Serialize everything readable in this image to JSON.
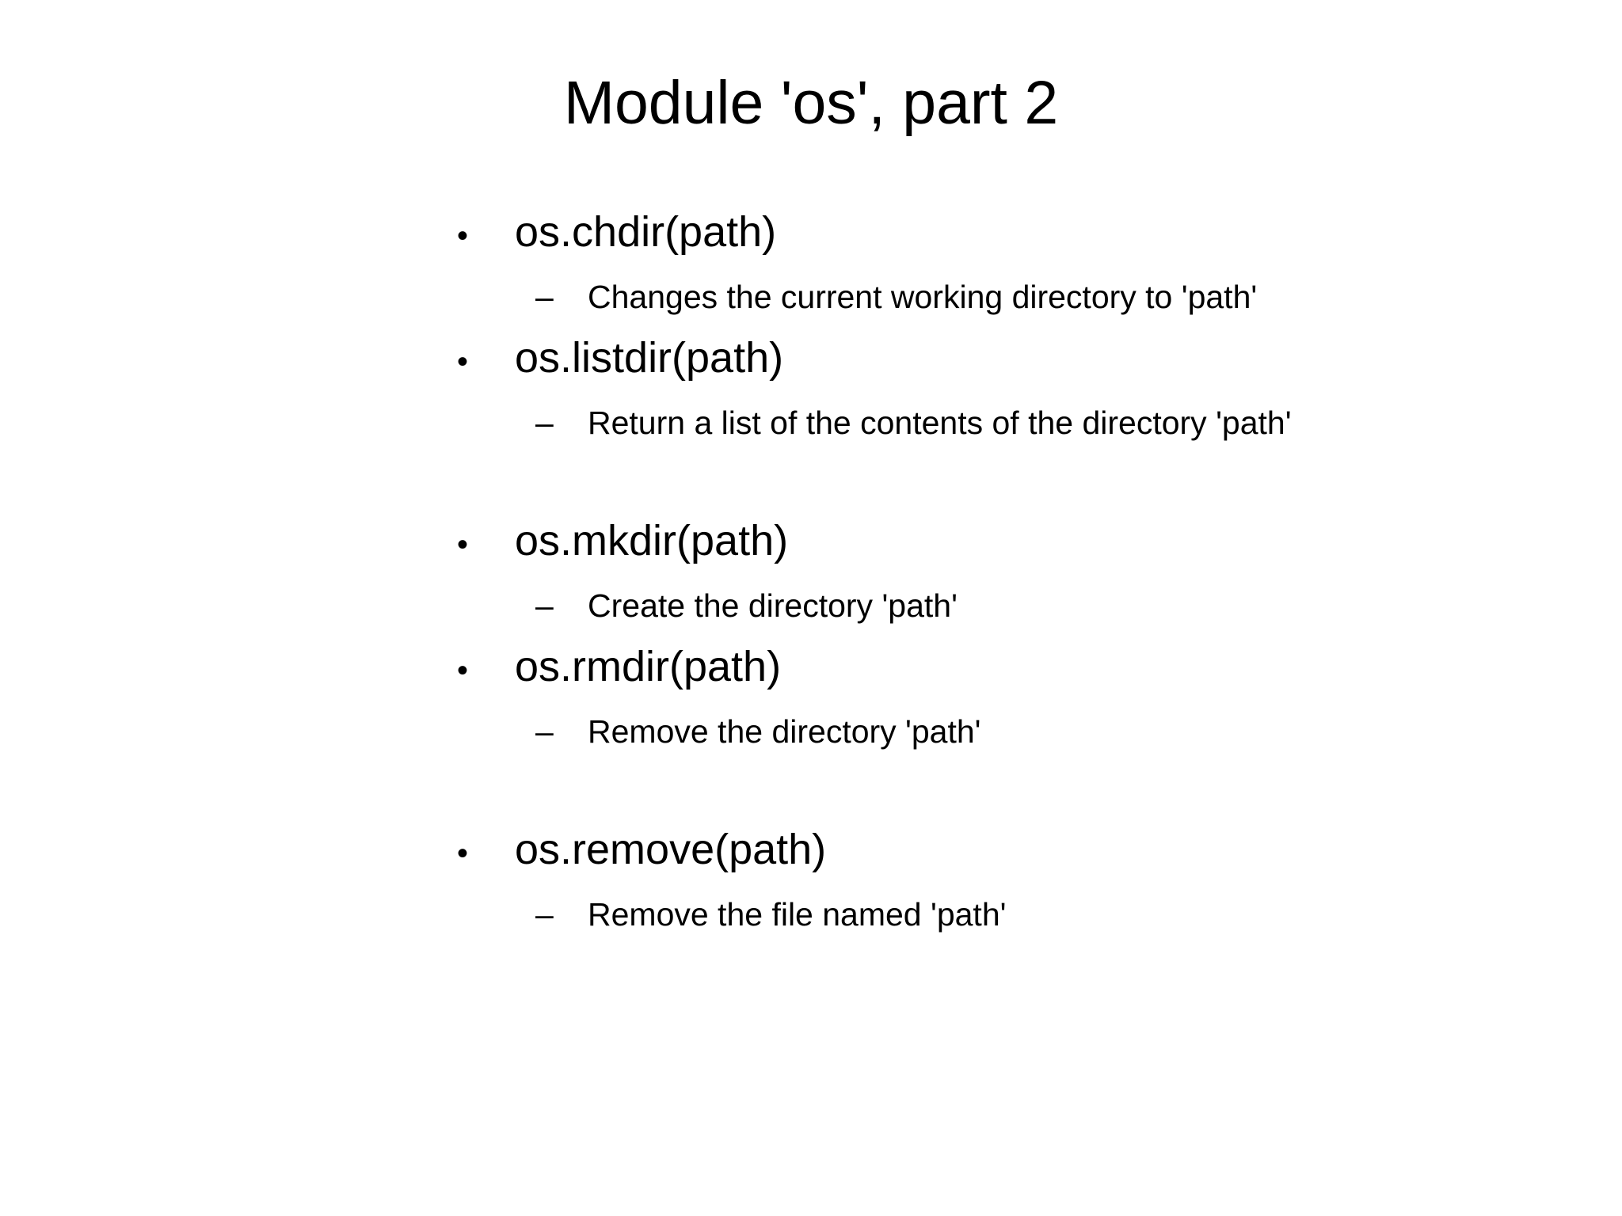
{
  "slide": {
    "title": "Module 'os', part 2",
    "bullet_glyphs": {
      "level1": "•",
      "level2": "–"
    },
    "bullets": [
      {
        "level": 1,
        "text": "os.chdir(path)"
      },
      {
        "level": 2,
        "text": "Changes the current working directory to 'path'"
      },
      {
        "level": 1,
        "text": "os.listdir(path)"
      },
      {
        "level": 2,
        "text": "Return a list of the contents of the directory 'path'"
      },
      {
        "spacer": true
      },
      {
        "level": 1,
        "text": "os.mkdir(path)"
      },
      {
        "level": 2,
        "text": "Create the directory 'path'"
      },
      {
        "level": 1,
        "text": "os.rmdir(path)"
      },
      {
        "level": 2,
        "text": "Remove the directory 'path'"
      },
      {
        "spacer": true
      },
      {
        "level": 1,
        "text": "os.remove(path)"
      },
      {
        "level": 2,
        "text": "Remove the file named 'path'"
      }
    ]
  }
}
